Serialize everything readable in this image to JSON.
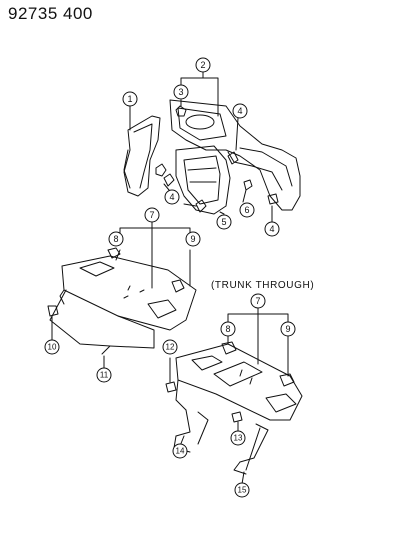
{
  "diagram_code": "92735 400",
  "section_caption": "(TRUNK THROUGH)",
  "callouts": [
    "1",
    "2",
    "3",
    "4",
    "4",
    "4",
    "5",
    "6",
    "7",
    "8",
    "9",
    "10",
    "11",
    "7",
    "8",
    "9",
    "12",
    "13",
    "14",
    "15"
  ],
  "colors": {
    "line": "#111111",
    "background": "#ffffff"
  }
}
